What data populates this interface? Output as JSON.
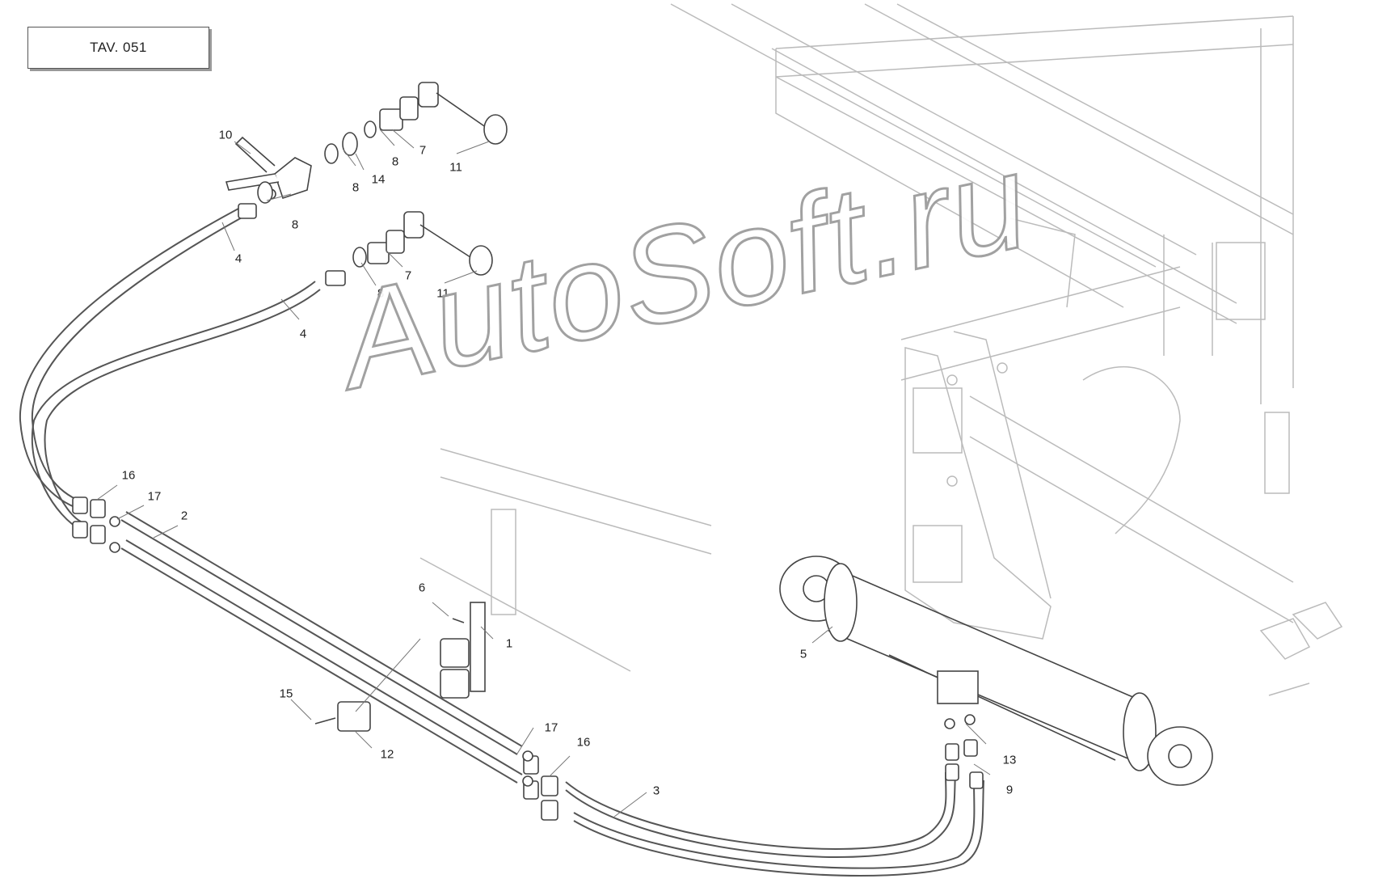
{
  "title": "TAV. 051",
  "watermark": "AutoSoft.ru",
  "callouts": [
    {
      "id": "c-10a",
      "text": "10"
    },
    {
      "id": "c-8a",
      "text": "8"
    },
    {
      "id": "c-14",
      "text": "14"
    },
    {
      "id": "c-8b",
      "text": "8"
    },
    {
      "id": "c-7a",
      "text": "7"
    },
    {
      "id": "c-11a",
      "text": "11"
    },
    {
      "id": "c-8c",
      "text": "8"
    },
    {
      "id": "c-4a",
      "text": "4"
    },
    {
      "id": "c-8d",
      "text": "8"
    },
    {
      "id": "c-7b",
      "text": "7"
    },
    {
      "id": "c-11b",
      "text": "11"
    },
    {
      "id": "c-4b",
      "text": "4"
    },
    {
      "id": "c-16a",
      "text": "16"
    },
    {
      "id": "c-17a",
      "text": "17"
    },
    {
      "id": "c-2",
      "text": "2"
    },
    {
      "id": "c-6",
      "text": "6"
    },
    {
      "id": "c-1",
      "text": "1"
    },
    {
      "id": "c-15",
      "text": "15"
    },
    {
      "id": "c-12",
      "text": "12"
    },
    {
      "id": "c-17b",
      "text": "17"
    },
    {
      "id": "c-16b",
      "text": "16"
    },
    {
      "id": "c-3",
      "text": "3"
    },
    {
      "id": "c-5",
      "text": "5"
    },
    {
      "id": "c-13",
      "text": "13"
    },
    {
      "id": "c-9",
      "text": "9"
    }
  ]
}
